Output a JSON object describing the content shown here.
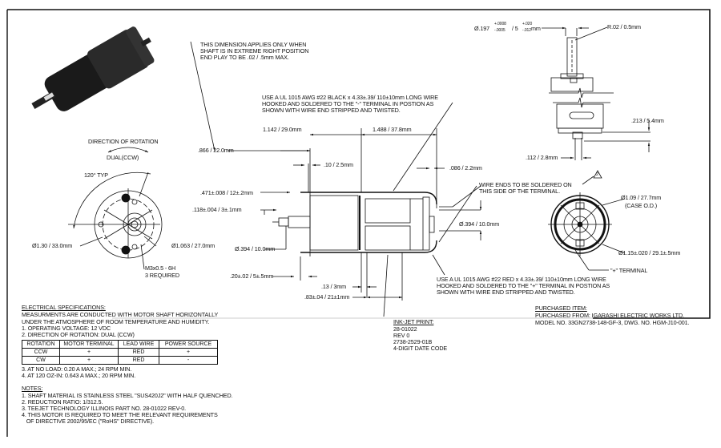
{
  "photo": {
    "alt": "geared motor photo"
  },
  "rotation_view": {
    "title": "DIRECTION OF ROTATION",
    "direction": "DUAL(CCW)",
    "angle_label": "120° TYP",
    "dia_outer": "Ø1.30 / 33.0mm",
    "dia_bolt": "Ø1.063 / 27.0mm",
    "thread": "M3x0.5 - 6H",
    "thread_qty": "3 REQUIRED"
  },
  "notes_top": {
    "end_play": [
      "THIS DIMENSION APPLIES ONLY WHEN",
      "SHAFT IS IN EXTREME RIGHT POSITION",
      "END PLAY TO BE .02 / .5mm MAX."
    ],
    "black_wire": [
      "USE A UL 1015 AWG #22 BLACK x 4.33±.39/ 110±10mm LONG WIRE",
      "HOOKED AND SOLDERED TO THE \"-\" TERMINAL IN POSTION AS",
      "SHOWN WITH WIRE END STRIPPED AND TWISTED."
    ],
    "red_wire": [
      "USE A UL 1015 AWG #22 RED x 4.33±.39/ 110±10mm LONG WIRE",
      "HOOKED AND SOLDERED TO THE \"+\" TERMINAL IN POSTION AS",
      "SHOWN WITH WIRE END STRIPPED AND TWISTED."
    ],
    "wire_ends": [
      "WIRE ENDS TO BE SOLDERED ON",
      "THIS SIDE OF THE TERMINAL."
    ]
  },
  "side_dims": {
    "d1": "1.142 / 29.0mm",
    "d2": "1.488 / 37.8mm",
    "d3": ".866 / 22.0mm",
    "d4": ".10 / 2.5mm",
    "d5": ".086 / 2.2mm",
    "d6": ".471±.008 / 12±.2mm",
    "d7": ".118±.004 / 3±.1mm",
    "d8": "Ø.394 / 10.0mm",
    "d9": "Ø.394 / 10.0mm",
    "d10": ".20±.02 / 5±.5mm",
    "d11": ".13 / 3mm",
    "d12": ".83±.04 / 21±1mm"
  },
  "top_view": {
    "shaft_dia": "Ø.197",
    "shaft_tol_plus": "+.0008",
    "shaft_tol_minus": "-.0005",
    "shaft_mm": "5",
    "shaft_mm_plus": "+.020",
    "shaft_mm_minus": "-.012",
    "shaft_unit": "mm",
    "radius": "R.02 / 0.5mm",
    "d_terminal": ".213 / 5.4mm",
    "d_width": ".112 / 2.8mm"
  },
  "end_view": {
    "case_od": "Ø1.09 / 27.7mm",
    "case_od_note": "(CASE O.D.)",
    "flange": "Ø1.15±.020 / 29.1±.5mm",
    "plus_terminal": "\"+\" TERMINAL",
    "rev_mark": "2"
  },
  "inkjet": {
    "title": "INK-JET PRINT:",
    "lines": [
      "28-01022",
      "REV 0",
      "2738-2529-01B",
      "4-DIGIT DATE CODE"
    ]
  },
  "purchased": {
    "title": "PURCHASED ITEM:",
    "lines": [
      "PURCHASED FROM: IGARASHI ELECTRIC WORKS LTD.",
      "MODEL NO. 33GN2738-148-GF-3, DWG. NO. HGM-J10-001."
    ]
  },
  "electrical": {
    "title": "ELECTRICAL SPECIFICATIONS:",
    "intro": [
      "MEASURMENTS ARE CONDUCTED WITH MOTOR SHAFT HORIZONTALLY",
      "UNDER THE ATMOSPHERE OF ROOM TEMPERATURE AND HUMIDITY."
    ],
    "item1": "1. OPERATING VOLTAGE: 12 VDC",
    "item2": "2. DIRECTION OF ROTATION: DUAL (CCW)",
    "table": {
      "headers": [
        "ROTATION",
        "MOTOR TERMINAL",
        "LEAD WIRE",
        "POWER SOURCE"
      ],
      "rows": [
        [
          "CCW",
          "+",
          "RED",
          "+"
        ],
        [
          "CW",
          "+",
          "RED",
          "-"
        ]
      ]
    },
    "item3": "3. AT NO LOAD: 0.20 A MAX.; 24 RPM MIN.",
    "item4": "4. AT 120 OZ-IN: 0.643 A MAX.; 20 RPM MIN."
  },
  "notes": {
    "title": "NOTES:",
    "lines": [
      "1. SHAFT MATERIAL IS STAINLESS STEEL \"SUS420J2\" WITH HALF QUENCHED.",
      "2. REDUCTION RATIO: 1/312.5.",
      "3. TEEJET TECHNOLOGY ILLINOIS PART NO. 28-01022 REV-0.",
      "4. THIS MOTOR IS REQUIRED TO MEET THE RELEVANT REQUIREMENTS",
      "   OF DIRECTIVE 2002/95/EC (\"RoHS\" DIRECTIVE)."
    ]
  }
}
